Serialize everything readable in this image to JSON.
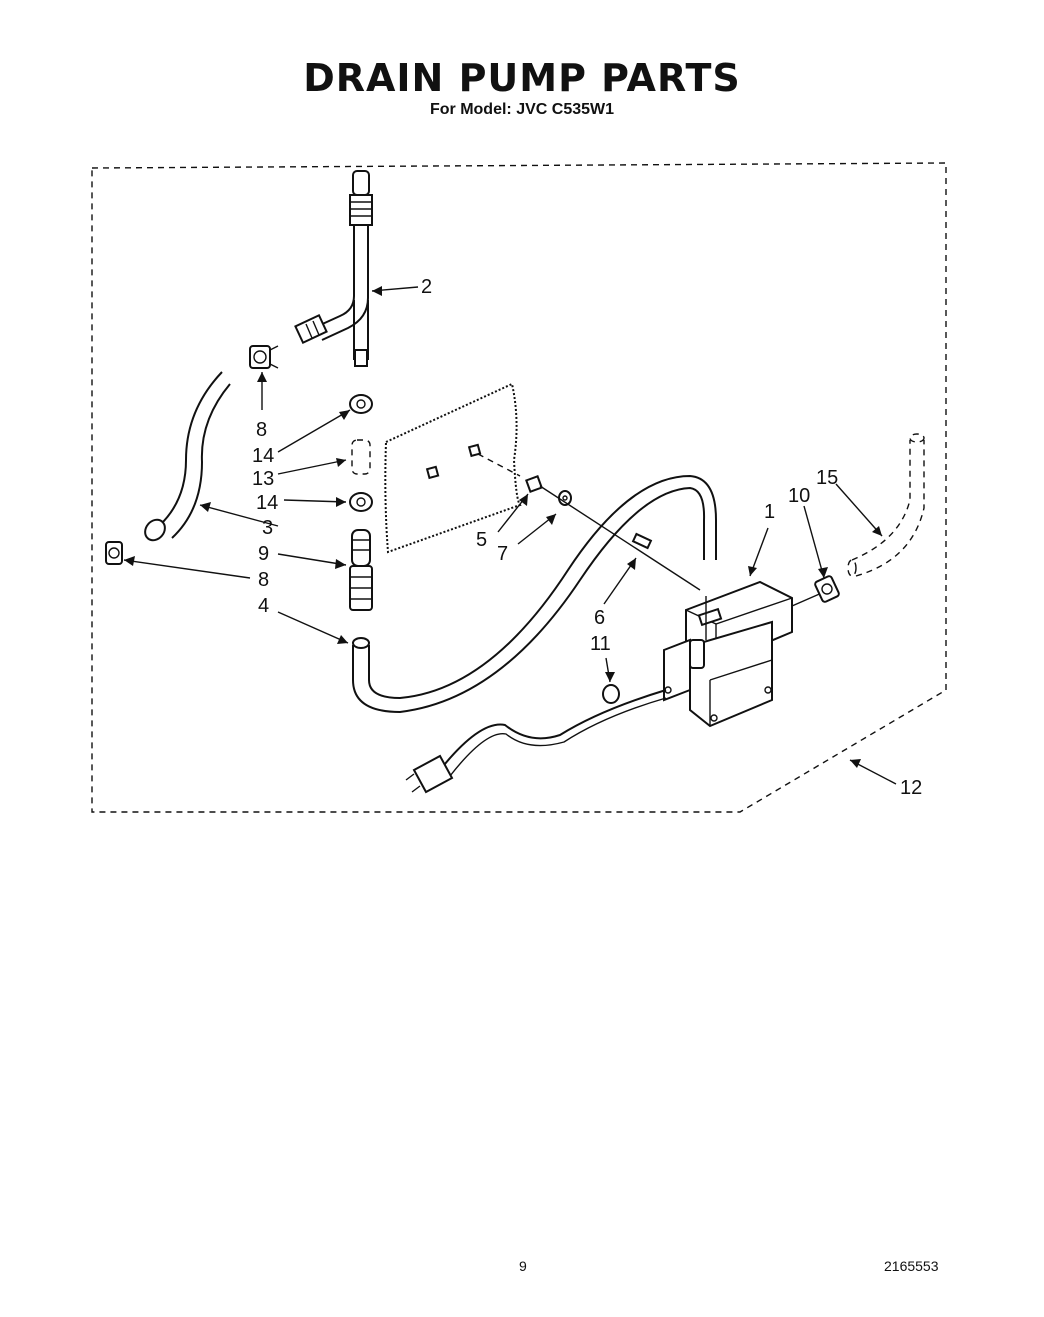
{
  "header": {
    "title": "DRAIN PUMP PARTS",
    "subtitle": "For Model: JVC C535W1"
  },
  "callouts": [
    {
      "id": "c2",
      "label": "2"
    },
    {
      "id": "c8a",
      "label": "8"
    },
    {
      "id": "c14a",
      "label": "14"
    },
    {
      "id": "c13",
      "label": "13"
    },
    {
      "id": "c14b",
      "label": "14"
    },
    {
      "id": "c3",
      "label": "3"
    },
    {
      "id": "c9",
      "label": "9"
    },
    {
      "id": "c8b",
      "label": "8"
    },
    {
      "id": "c4",
      "label": "4"
    },
    {
      "id": "c5",
      "label": "5"
    },
    {
      "id": "c7",
      "label": "7"
    },
    {
      "id": "c6",
      "label": "6"
    },
    {
      "id": "c11",
      "label": "11"
    },
    {
      "id": "c1",
      "label": "1"
    },
    {
      "id": "c10",
      "label": "10"
    },
    {
      "id": "c15",
      "label": "15"
    },
    {
      "id": "c12",
      "label": "12"
    }
  ],
  "footer": {
    "page_number": "9",
    "document_number": "2165553"
  }
}
